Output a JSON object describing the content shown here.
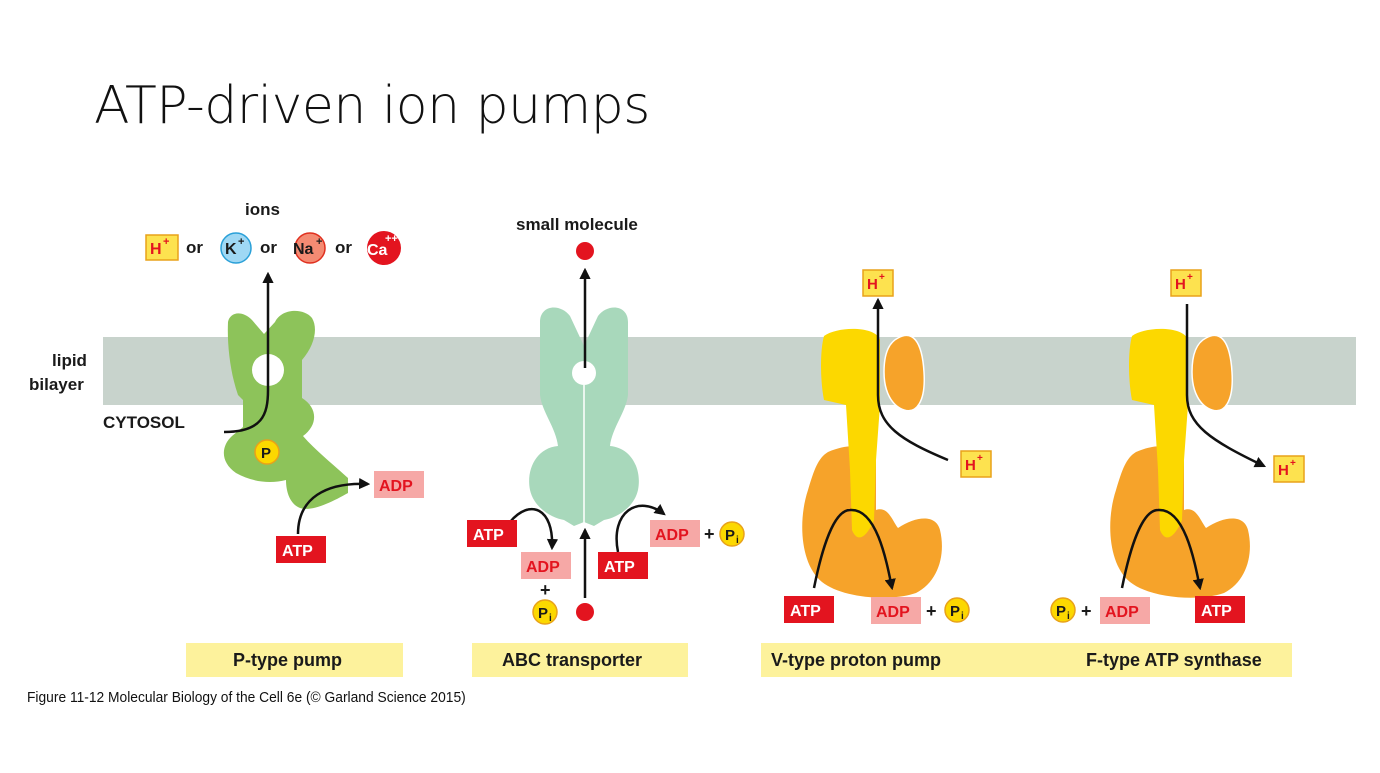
{
  "slide": {
    "title": "ATP-driven ion pumps",
    "credit": "Figure 11-12  Molecular Biology of the Cell 6e (© Garland Science 2015)"
  },
  "membrane": {
    "lipid_label": "lipid",
    "bilayer_label": "bilayer",
    "cytosol_label": "CYTOSOL",
    "color": "#c8d3cc"
  },
  "p_type": {
    "ions_label": "ions",
    "or_label": "or",
    "ions": {
      "h": "H",
      "k": "K",
      "na": "Na",
      "ca": "Ca",
      "plus": "+",
      "plusplus": "++"
    },
    "phosphate": "P",
    "atp": "ATP",
    "adp": "ADP",
    "caption": "P-type pump",
    "color": "#8dc35a"
  },
  "abc": {
    "small_molecule_label": "small molecule",
    "atp": "ATP",
    "adp": "ADP",
    "plus": "+",
    "pi": "P",
    "pi_sub": "i",
    "caption": "ABC transporter",
    "color": "#a8d8bb"
  },
  "v_type": {
    "h": "H",
    "plus": "+",
    "atp": "ATP",
    "adp": "ADP",
    "pi": "P",
    "pi_sub": "i",
    "caption": "V-type proton pump"
  },
  "f_type": {
    "h": "H",
    "plus": "+",
    "atp": "ATP",
    "adp": "ADP",
    "pi": "P",
    "pi_sub": "i",
    "caption": "F-type ATP synthase"
  },
  "colors": {
    "atp_red": "#e3141f",
    "adp_pink": "#f6a8a6",
    "h_yellow": "#fde24f",
    "caption_bg": "#fdf29c",
    "orange": "#f6a32a",
    "yellow": "#fcd800"
  }
}
